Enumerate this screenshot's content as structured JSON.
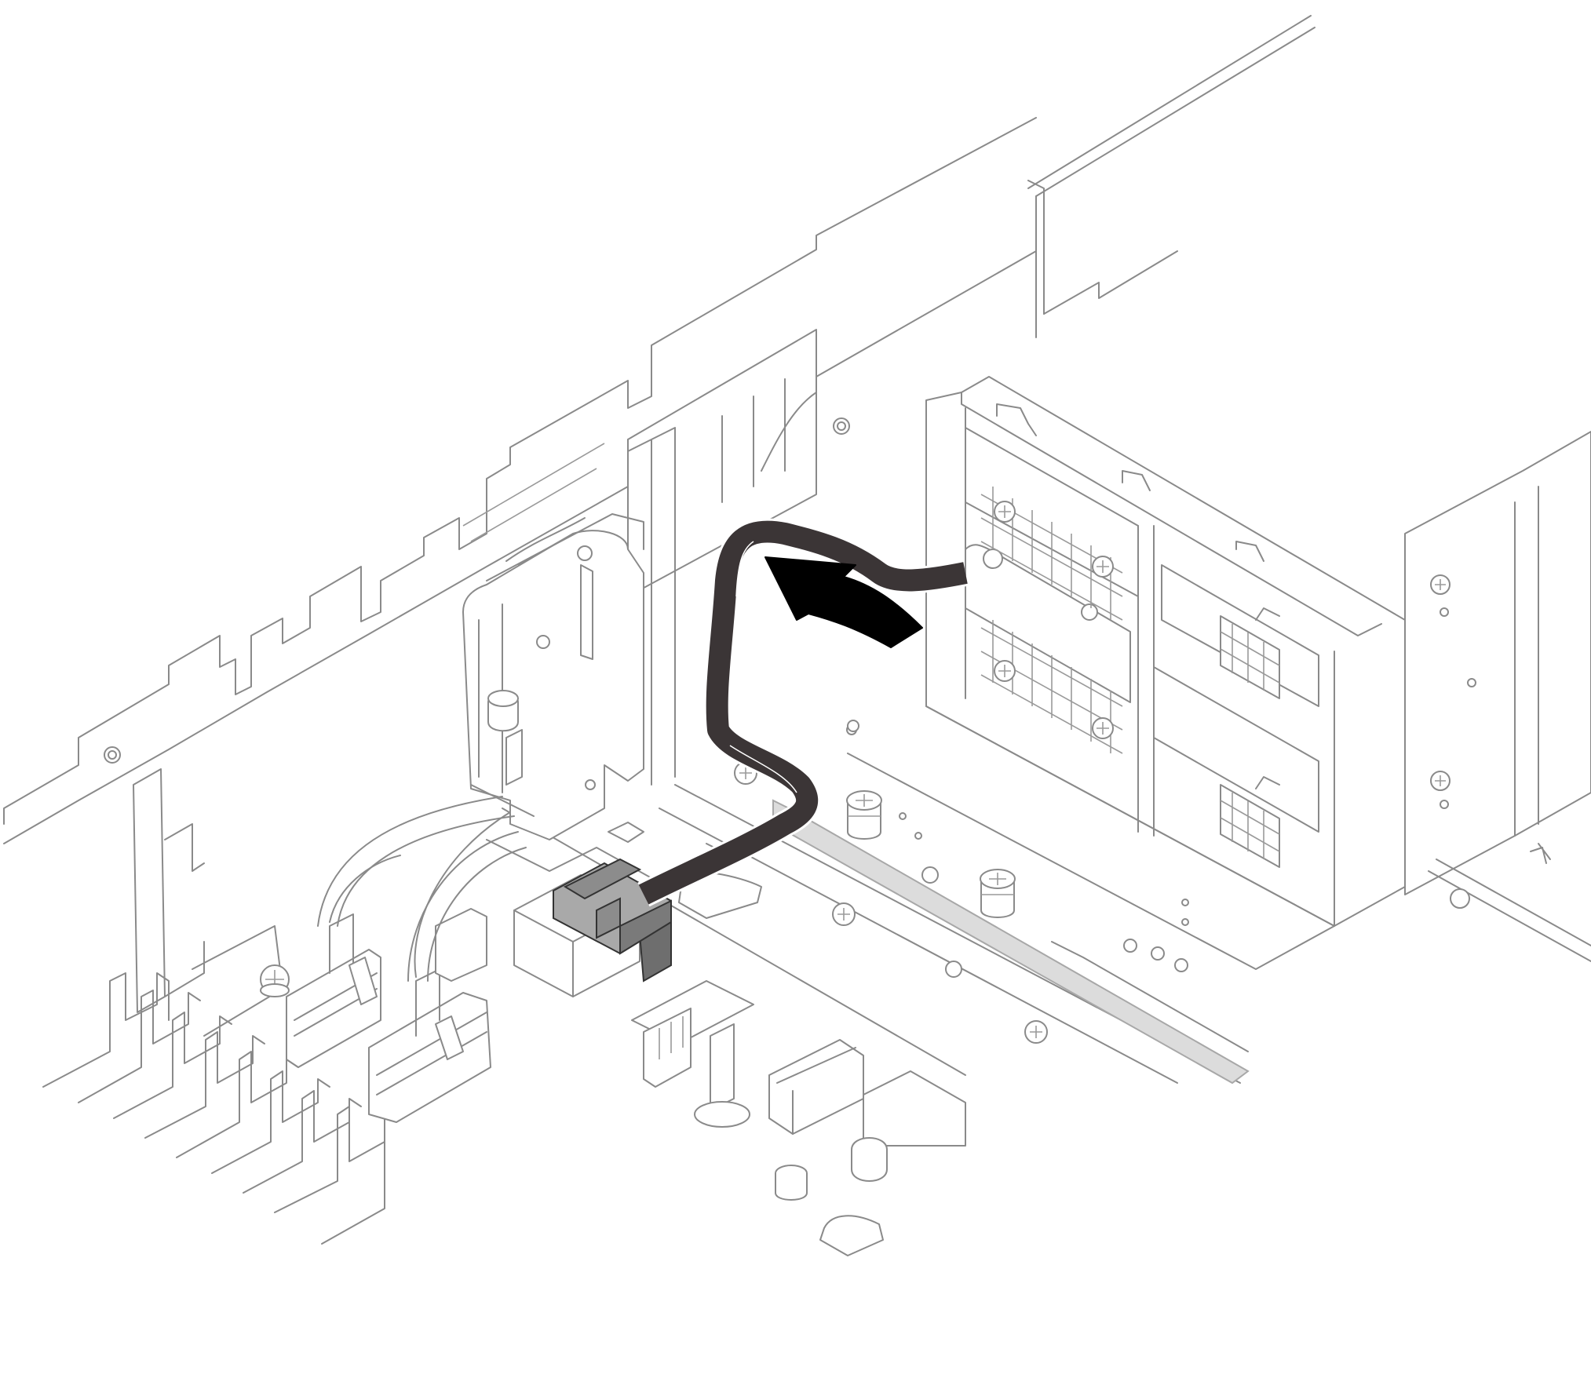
{
  "figure": {
    "subject-icons": [
      "server-chassis",
      "power-supply-cage",
      "power-cable",
      "cable-connector",
      "direction-arrow"
    ],
    "colors": {
      "line": "#8a8a8a",
      "cable": "#3b3536",
      "cable_edge": "#ffffff",
      "flat_cable": "#dcdcdc",
      "connector_dark": "#6e6e6e",
      "connector_mid": "#a9a9a9",
      "arrow": "#000000"
    }
  }
}
